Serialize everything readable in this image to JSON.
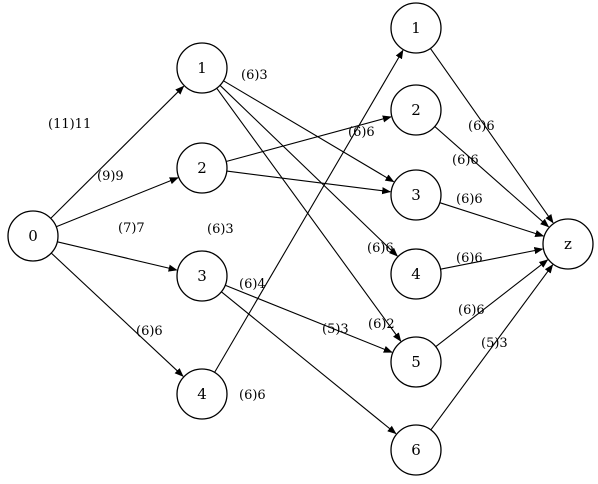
{
  "nodes": {
    "s0": "0",
    "a1": "1",
    "a2": "2",
    "a3": "3",
    "a4": "4",
    "b1": "1",
    "b2": "2",
    "b3": "3",
    "b4": "4",
    "b5": "5",
    "b6": "6",
    "z": "z"
  },
  "edges": [
    {
      "id": "s0-a1",
      "from": "s0",
      "to": "a1",
      "label": "(11)11"
    },
    {
      "id": "s0-a2",
      "from": "s0",
      "to": "a2",
      "label": "(9)9"
    },
    {
      "id": "s0-a3",
      "from": "s0",
      "to": "a3",
      "label": "(7)7"
    },
    {
      "id": "s0-a4",
      "from": "s0",
      "to": "a4",
      "label": "(6)6"
    },
    {
      "id": "a1-b3",
      "from": "a1",
      "to": "b3",
      "label": "(6)3"
    },
    {
      "id": "a1-b4",
      "from": "a1",
      "to": "b4",
      "label": "(6)6"
    },
    {
      "id": "a1-b5",
      "from": "a1",
      "to": "b5",
      "label": "(6)2"
    },
    {
      "id": "a2-b2",
      "from": "a2",
      "to": "b2",
      "label": "(6)6"
    },
    {
      "id": "a2-b3",
      "from": "a2",
      "to": "b3",
      "label": "(6)3"
    },
    {
      "id": "a3-b5",
      "from": "a3",
      "to": "b5",
      "label": "(5)3"
    },
    {
      "id": "a3-b6",
      "from": "a3",
      "to": "b6",
      "label": "(6)4"
    },
    {
      "id": "a4-b1",
      "from": "a4",
      "to": "b1",
      "label": "(6)6"
    },
    {
      "id": "b1-z",
      "from": "b1",
      "to": "z",
      "label": "(6)6"
    },
    {
      "id": "b2-z",
      "from": "b2",
      "to": "z",
      "label": "(6)6"
    },
    {
      "id": "b3-z",
      "from": "b3",
      "to": "z",
      "label": "(6)6"
    },
    {
      "id": "b4-z",
      "from": "b4",
      "to": "z",
      "label": "(6)6"
    },
    {
      "id": "b5-z",
      "from": "b5",
      "to": "z",
      "label": "(6)6"
    },
    {
      "id": "b6-z",
      "from": "b6",
      "to": "z",
      "label": "(5)3"
    }
  ]
}
